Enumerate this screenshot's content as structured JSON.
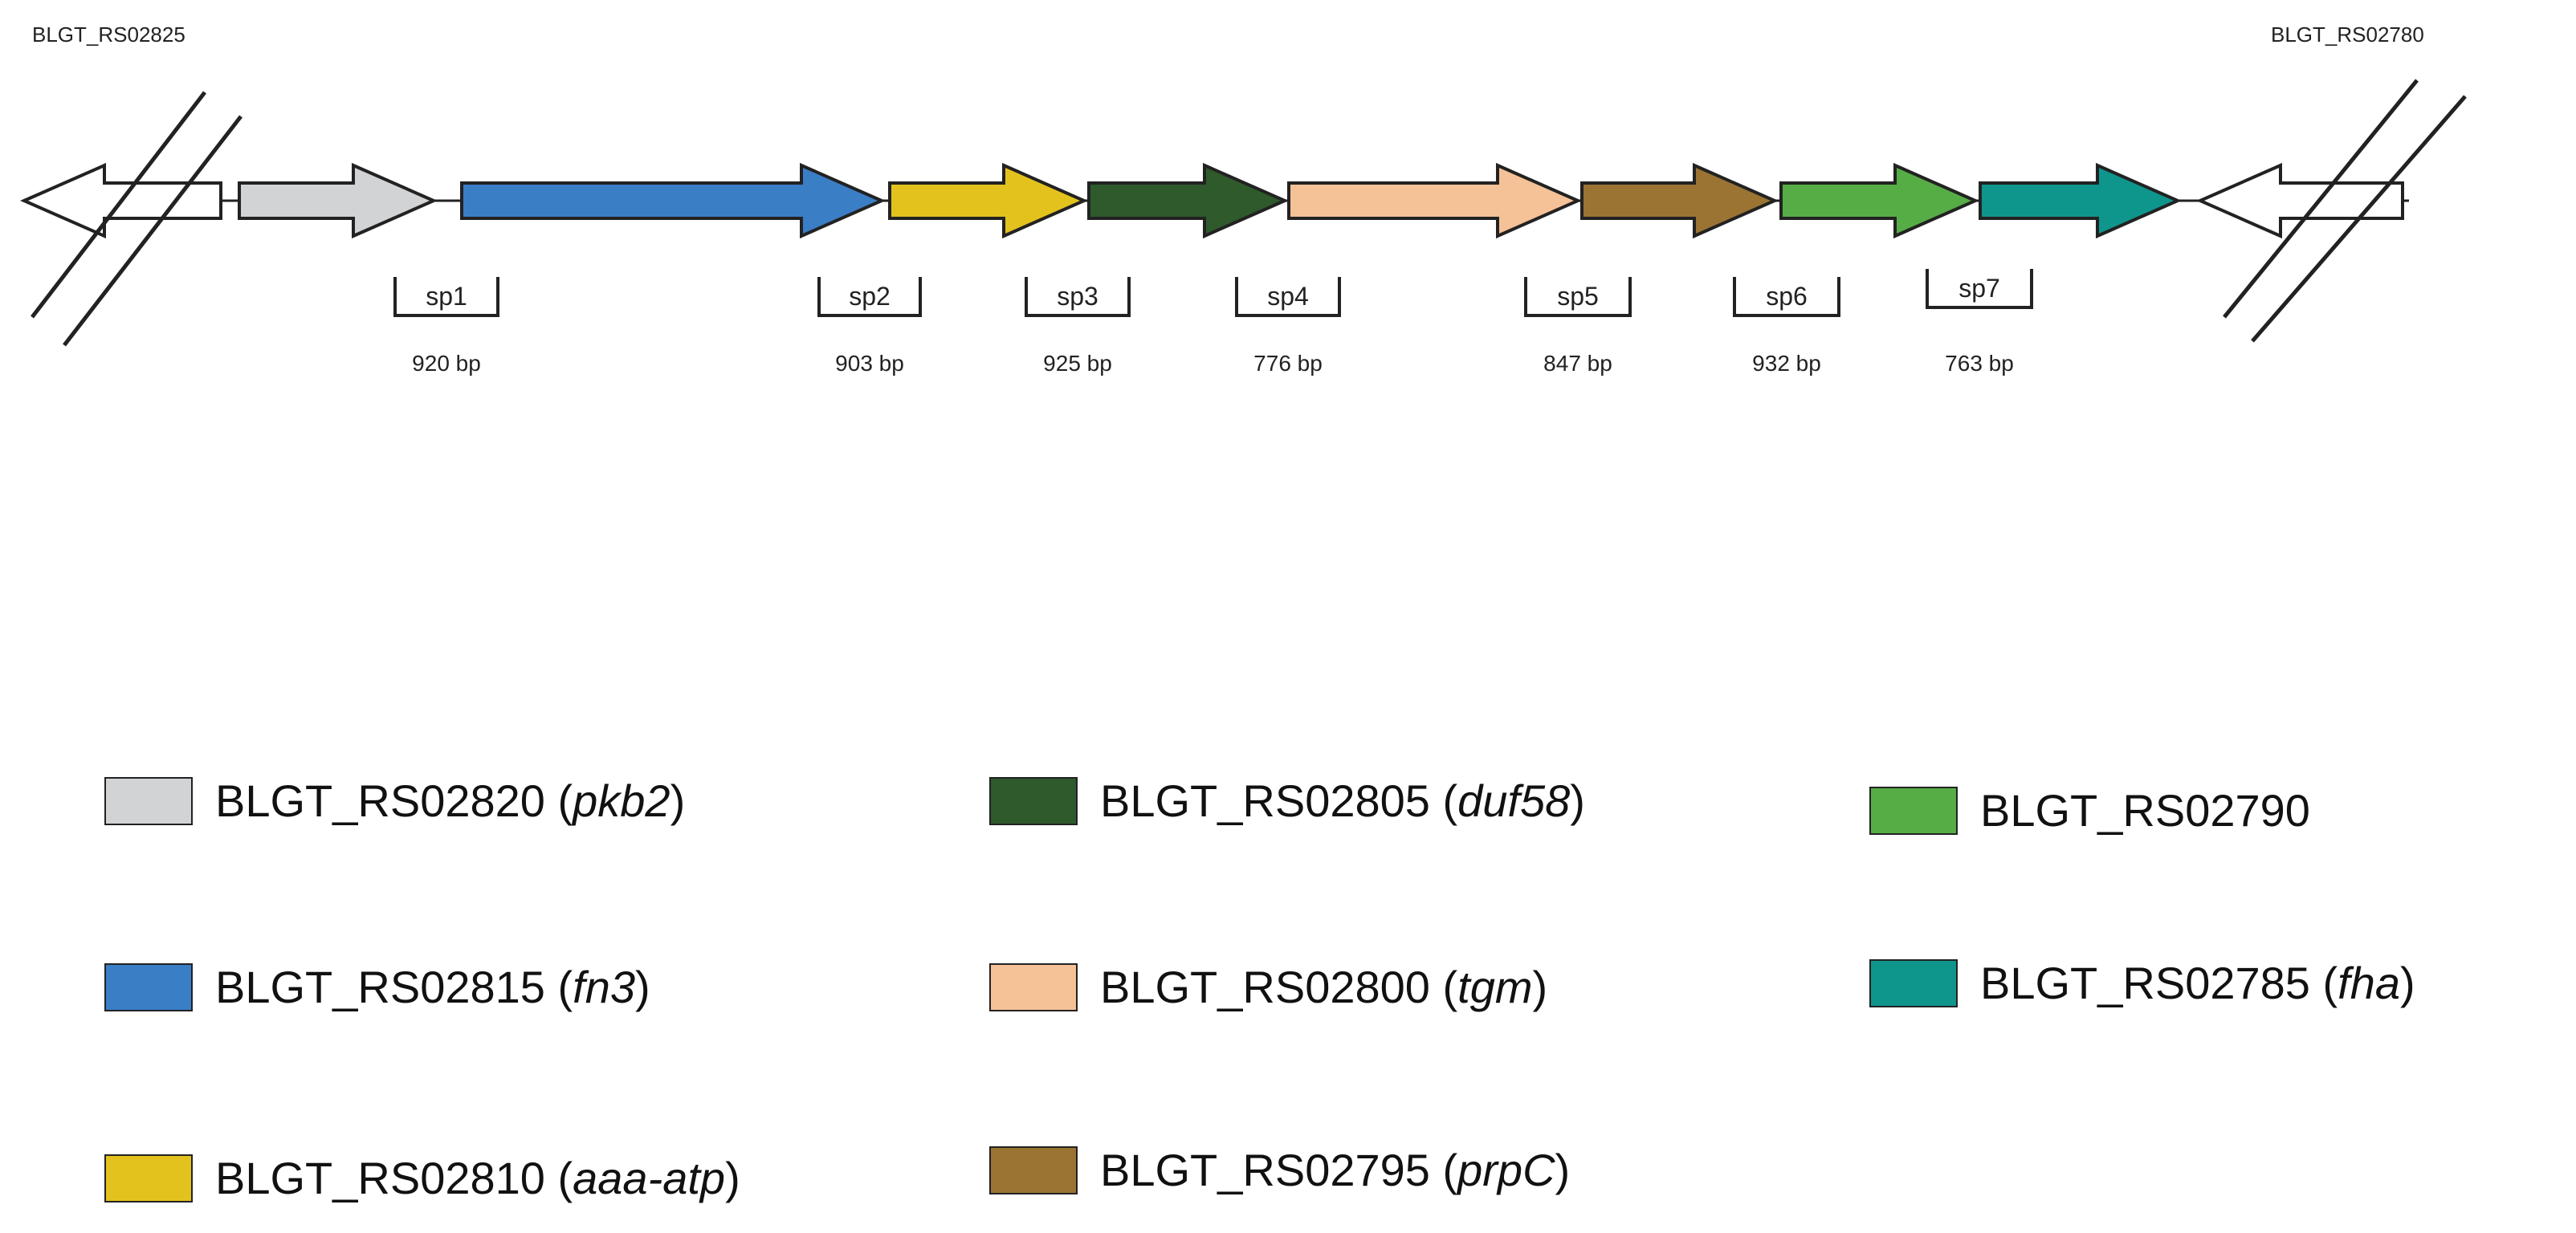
{
  "flanks": {
    "left_label": "BLGT_RS02825",
    "right_label": "BLGT_RS02780"
  },
  "genes": [
    {
      "id": "BLGT_RS02820",
      "name": "pkb2",
      "color": "#d1d3d4"
    },
    {
      "id": "BLGT_RS02815",
      "name": "fn3",
      "color": "#3a7ec6"
    },
    {
      "id": "BLGT_RS02810",
      "name": "aaa-atp",
      "color": "#e4c21e"
    },
    {
      "id": "BLGT_RS02805",
      "name": "duf58",
      "color": "#2f5a2c"
    },
    {
      "id": "BLGT_RS02800",
      "name": "tgm",
      "color": "#f5c197"
    },
    {
      "id": "BLGT_RS02795",
      "name": "prpC",
      "color": "#9b7433"
    },
    {
      "id": "BLGT_RS02790",
      "name": "",
      "color": "#57ad45"
    },
    {
      "id": "BLGT_RS02785",
      "name": "fha",
      "color": "#0f968c"
    }
  ],
  "amplicons": [
    {
      "label": "sp1",
      "size": "920 bp"
    },
    {
      "label": "sp2",
      "size": "903 bp"
    },
    {
      "label": "sp3",
      "size": "925 bp"
    },
    {
      "label": "sp4",
      "size": "776 bp"
    },
    {
      "label": "sp5",
      "size": "847 bp"
    },
    {
      "label": "sp6",
      "size": "932 bp"
    },
    {
      "label": "sp7",
      "size": "763 bp"
    }
  ]
}
